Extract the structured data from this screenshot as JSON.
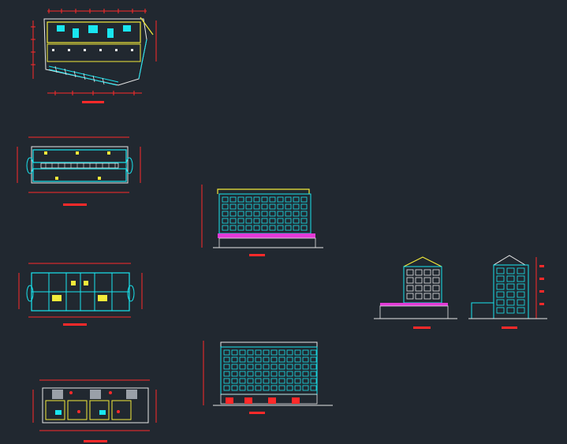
{
  "watermark": "",
  "colors": {
    "background": "#212830",
    "cyan": "#19e6f0",
    "red": "#ff2a2a",
    "yellow": "#f2ea3a",
    "magenta": "#e23ad6",
    "white": "#e8e8e8",
    "blue": "#3a6df0",
    "gray": "#9aa0a8"
  },
  "drawings": [
    {
      "name": "floor-plan-site"
    },
    {
      "name": "floor-plan-typical-a"
    },
    {
      "name": "floor-plan-typical-b"
    },
    {
      "name": "floor-plan-typical-c"
    },
    {
      "name": "front-elevation"
    },
    {
      "name": "rear-elevation"
    },
    {
      "name": "side-elevation-left"
    },
    {
      "name": "side-elevation-right"
    }
  ]
}
